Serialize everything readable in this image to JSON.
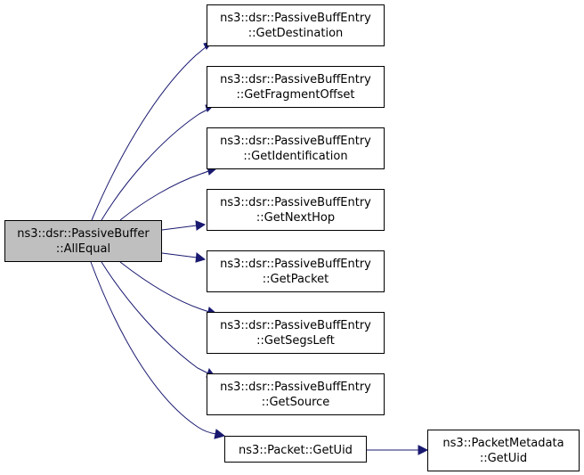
{
  "diagram": {
    "nodes": [
      {
        "id": "root",
        "line1": "ns3::dsr::PassiveBuffer",
        "line2": "::AllEqual",
        "highlighted": true
      },
      {
        "id": "n1",
        "line1": "ns3::dsr::PassiveBuffEntry",
        "line2": "::GetDestination"
      },
      {
        "id": "n2",
        "line1": "ns3::dsr::PassiveBuffEntry",
        "line2": "::GetFragmentOffset"
      },
      {
        "id": "n3",
        "line1": "ns3::dsr::PassiveBuffEntry",
        "line2": "::GetIdentification"
      },
      {
        "id": "n4",
        "line1": "ns3::dsr::PassiveBuffEntry",
        "line2": "::GetNextHop"
      },
      {
        "id": "n5",
        "line1": "ns3::dsr::PassiveBuffEntry",
        "line2": "::GetPacket"
      },
      {
        "id": "n6",
        "line1": "ns3::dsr::PassiveBuffEntry",
        "line2": "::GetSegsLeft"
      },
      {
        "id": "n7",
        "line1": "ns3::dsr::PassiveBuffEntry",
        "line2": "::GetSource"
      },
      {
        "id": "n8",
        "line1": "ns3::Packet::GetUid",
        "line2": ""
      },
      {
        "id": "n9",
        "line1": "ns3::PacketMetadata",
        "line2": "::GetUid"
      }
    ],
    "edges": [
      {
        "from": "root",
        "to": "n1"
      },
      {
        "from": "root",
        "to": "n2"
      },
      {
        "from": "root",
        "to": "n3"
      },
      {
        "from": "root",
        "to": "n4"
      },
      {
        "from": "root",
        "to": "n5"
      },
      {
        "from": "root",
        "to": "n6"
      },
      {
        "from": "root",
        "to": "n7"
      },
      {
        "from": "root",
        "to": "n8"
      },
      {
        "from": "n8",
        "to": "n9"
      }
    ],
    "colors": {
      "edge": "#191970",
      "root_fill": "#bfbfbf",
      "node_fill": "#ffffff",
      "border": "#000000"
    }
  }
}
